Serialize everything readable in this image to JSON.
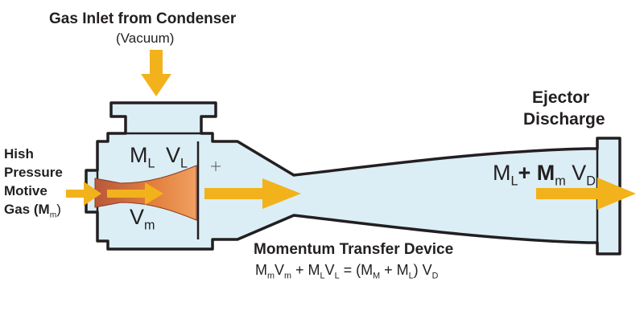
{
  "labels": {
    "inlet_title": "Gas Inlet from Condenser",
    "inlet_subtitle": "(Vacuum)",
    "discharge_line1": "Ejector",
    "discharge_line2": "Discharge",
    "motive_line1": "Hish",
    "motive_line2": "Pressure",
    "motive_line3": "Motive",
    "motive_line4": "Gas (M",
    "motive_line4_sub": "m",
    "motive_line4_end": ")",
    "chamber_ml": "M",
    "chamber_ml_sub": "L",
    "chamber_vl": "V",
    "chamber_vl_sub": "L",
    "chamber_vm": "V",
    "chamber_vm_sub": "m",
    "discharge_eq_ml": "M",
    "discharge_eq_ml_sub": "L",
    "discharge_eq_plus": "+ M",
    "discharge_eq_mm_sub": "m",
    "discharge_eq_v": "V",
    "discharge_eq_v_sub": "D",
    "momentum_title": "Momentum Transfer Device",
    "eq_p1": "M",
    "eq_p1_sub": "m",
    "eq_p2": "V",
    "eq_p2_sub": "m",
    "eq_p3": " + M",
    "eq_p3_sub": "L",
    "eq_p4": "V",
    "eq_p4_sub": "L",
    "eq_p5": " = (M",
    "eq_p5_sub": "M",
    "eq_p6": " + M",
    "eq_p6_sub": "L",
    "eq_p7": ") V",
    "eq_p7_sub": "D"
  },
  "colors": {
    "outline": "#231f20",
    "body_fill": "#dbeef5",
    "arrow": "#f2b21b",
    "jet": "#e07a3c",
    "text": "#231f20"
  },
  "icons": {
    "crosshair": "crosshair-icon"
  }
}
